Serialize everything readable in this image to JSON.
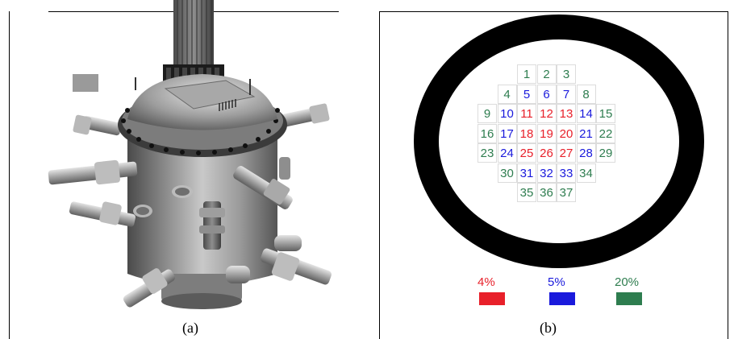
{
  "captions": {
    "a": "(a)",
    "b": "(b)"
  },
  "core_map": {
    "rows": [
      [
        {
          "n": "1",
          "c": "green"
        },
        {
          "n": "2",
          "c": "green"
        },
        {
          "n": "3",
          "c": "green"
        }
      ],
      [
        {
          "n": "4",
          "c": "green"
        },
        {
          "n": "5",
          "c": "blue"
        },
        {
          "n": "6",
          "c": "blue"
        },
        {
          "n": "7",
          "c": "blue"
        },
        {
          "n": "8",
          "c": "green"
        }
      ],
      [
        {
          "n": "9",
          "c": "green"
        },
        {
          "n": "10",
          "c": "blue"
        },
        {
          "n": "11",
          "c": "red"
        },
        {
          "n": "12",
          "c": "red"
        },
        {
          "n": "13",
          "c": "red"
        },
        {
          "n": "14",
          "c": "blue"
        },
        {
          "n": "15",
          "c": "green"
        }
      ],
      [
        {
          "n": "16",
          "c": "green"
        },
        {
          "n": "17",
          "c": "blue"
        },
        {
          "n": "18",
          "c": "red"
        },
        {
          "n": "19",
          "c": "red"
        },
        {
          "n": "20",
          "c": "red"
        },
        {
          "n": "21",
          "c": "blue"
        },
        {
          "n": "22",
          "c": "green"
        }
      ],
      [
        {
          "n": "23",
          "c": "green"
        },
        {
          "n": "24",
          "c": "blue"
        },
        {
          "n": "25",
          "c": "red"
        },
        {
          "n": "26",
          "c": "red"
        },
        {
          "n": "27",
          "c": "red"
        },
        {
          "n": "28",
          "c": "blue"
        },
        {
          "n": "29",
          "c": "green"
        }
      ],
      [
        {
          "n": "30",
          "c": "green"
        },
        {
          "n": "31",
          "c": "blue"
        },
        {
          "n": "32",
          "c": "blue"
        },
        {
          "n": "33",
          "c": "blue"
        },
        {
          "n": "34",
          "c": "green"
        }
      ],
      [
        {
          "n": "35",
          "c": "green"
        },
        {
          "n": "36",
          "c": "green"
        },
        {
          "n": "37",
          "c": "green"
        }
      ]
    ],
    "colors": {
      "red": "#e8202a",
      "blue": "#1a1adc",
      "green": "#2e7d4f"
    }
  },
  "legend": [
    {
      "label": "4%",
      "color": "#e8202a"
    },
    {
      "label": "5%",
      "color": "#1a1adc"
    },
    {
      "label": "20%",
      "color": "#2e7d4f"
    }
  ]
}
